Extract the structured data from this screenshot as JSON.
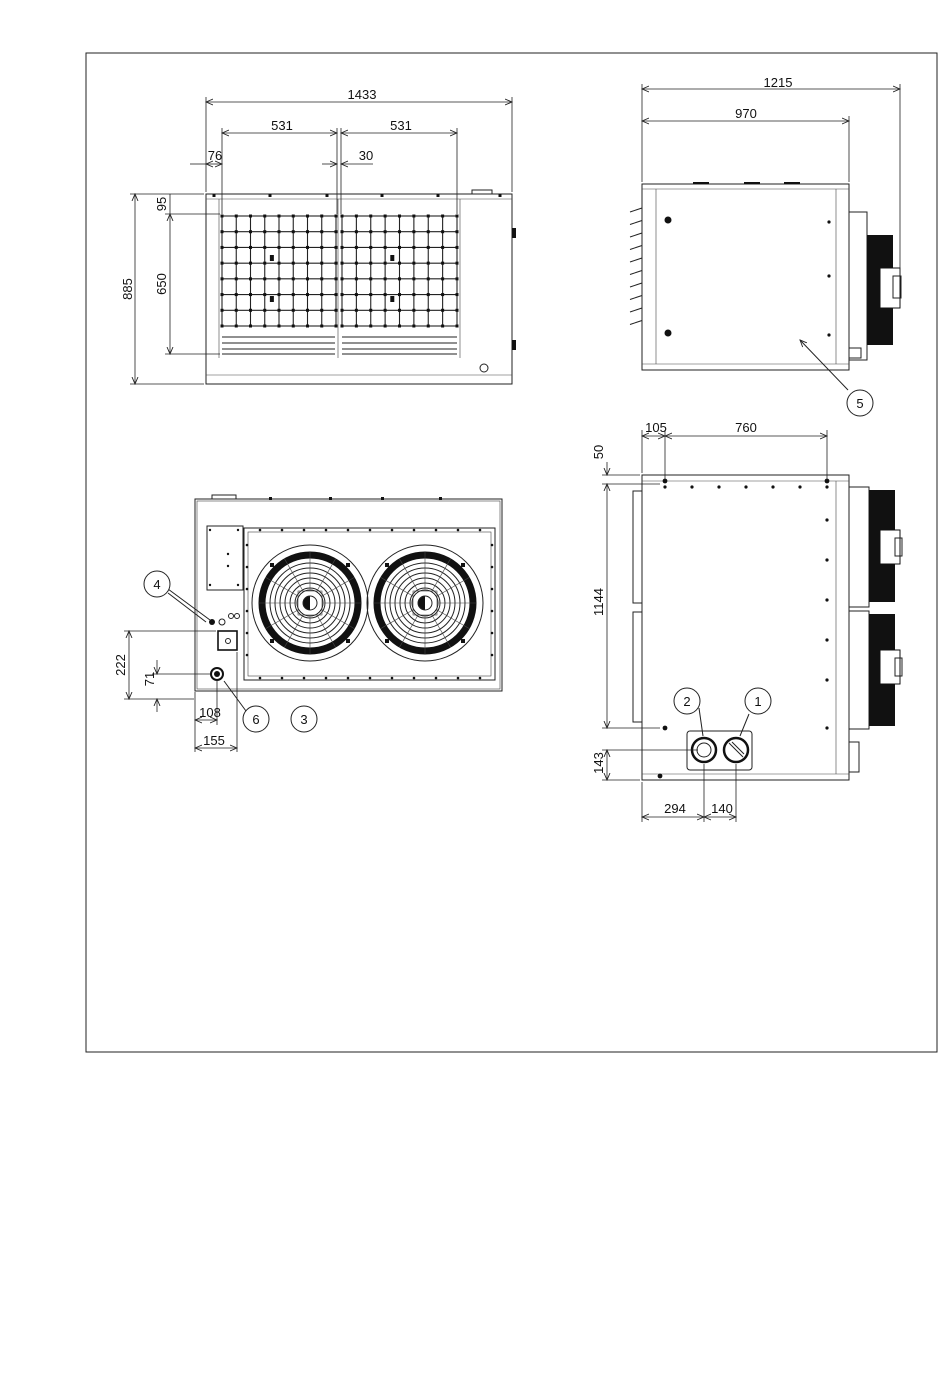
{
  "dimensions": {
    "front_total_width": "1433",
    "front_fan_width_left": "531",
    "front_fan_width_right": "531",
    "front_left_offset": "76",
    "front_gap": "30",
    "front_top_offset": "95",
    "front_grille_height": "650",
    "front_total_height": "885",
    "side_total_width": "1215",
    "side_body_width": "970",
    "plan_left_offset": "105",
    "plan_hole_spacing": "760",
    "plan_top_offset": "50",
    "plan_depth": "1144",
    "plan_port_height": "143",
    "plan_port_left": "294",
    "plan_port_spacing": "140",
    "rear_height_upper": "222",
    "rear_height_lower": "71",
    "rear_offset_small": "108",
    "rear_offset_large": "155"
  },
  "callouts": {
    "c1": "1",
    "c2": "2",
    "c3": "3",
    "c4": "4",
    "c5": "5",
    "c6": "6"
  }
}
